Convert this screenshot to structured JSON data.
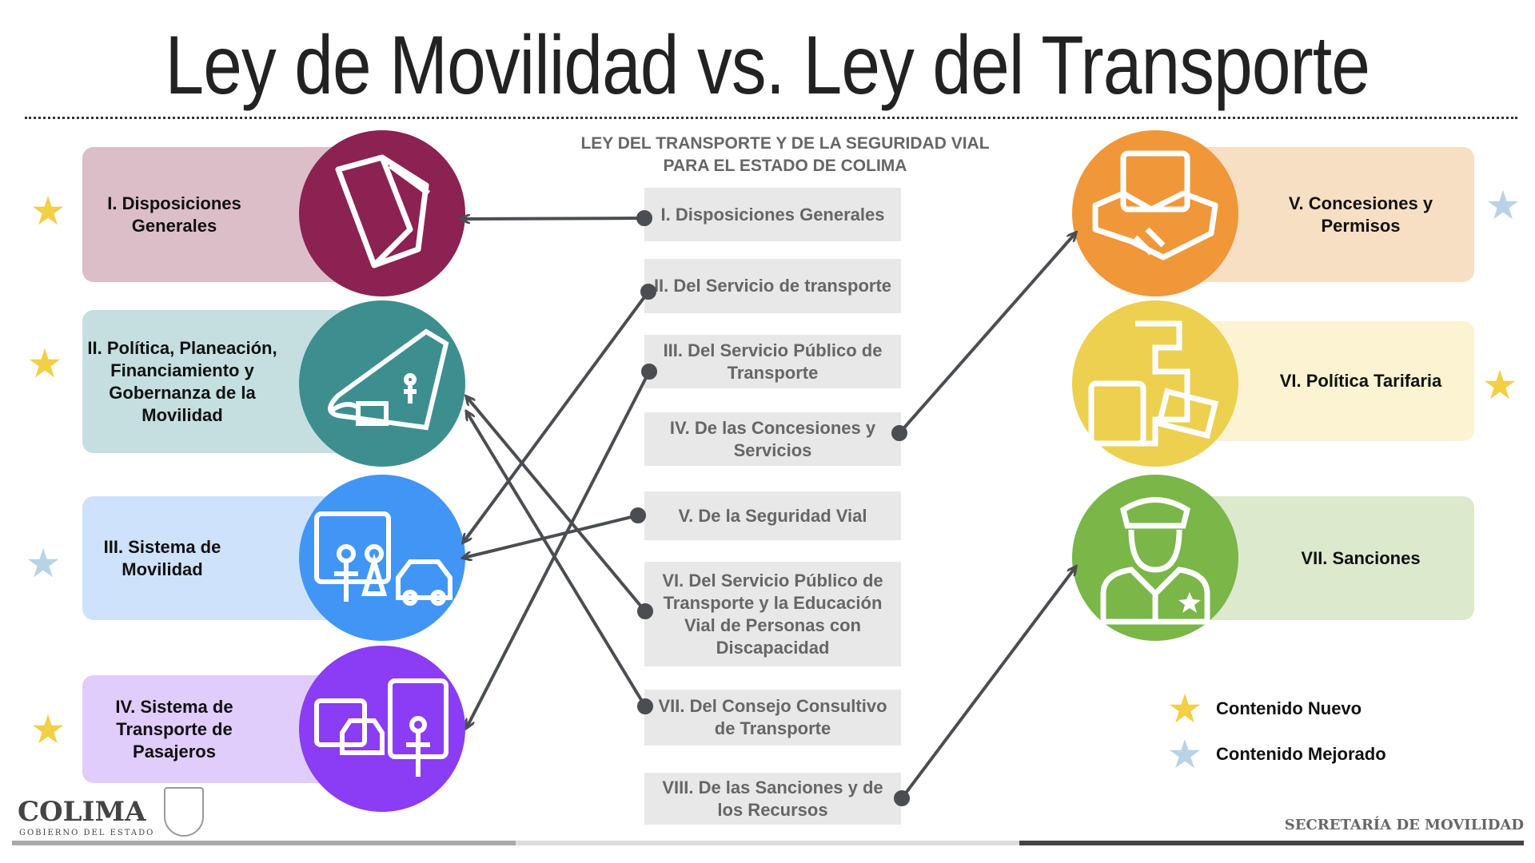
{
  "title": "Ley de Movilidad vs. Ley del Transporte",
  "center_header": "LEY DEL TRANSPORTE Y DE LA SEGURIDAD VIAL PARA EL ESTADO DE COLIMA",
  "left_items": [
    {
      "label": "I. Disposiciones Generales",
      "color": "#dcbec9",
      "circle": "#8b2252",
      "icon": "book-icon",
      "star": "new"
    },
    {
      "label": "II. Política, Planeación, Financiamiento y Gobernanza de la Movilidad",
      "color": "#c5dfe0",
      "circle": "#3d8f8f",
      "icon": "road-map-icon",
      "star": "new"
    },
    {
      "label": "III. Sistema de Movilidad",
      "color": "#cfe2fb",
      "circle": "#4196f5",
      "icon": "people-vehicles-icon",
      "star": "improved"
    },
    {
      "label": "IV. Sistema de Transporte de Pasajeros",
      "color": "#e0cdfb",
      "circle": "#8b3cf5",
      "icon": "public-transport-icon",
      "star": "new"
    }
  ],
  "center_items": [
    "I. Disposiciones Generales",
    "II. Del Servicio de transporte",
    "III. Del Servicio Público de Transporte",
    "IV. De las Concesiones y Servicios",
    "V. De la Seguridad Vial",
    "VI. Del Servicio Público de Transporte y la Educación Vial de Personas con Discapacidad",
    "VII. Del Consejo Consultivo de Transporte",
    "VIII. De las Sanciones y de los Recursos"
  ],
  "right_items": [
    {
      "label": "V. Concesiones y Permisos",
      "color": "#f7dfc4",
      "circle": "#f0973a",
      "icon": "handshake-icon",
      "star": "improved"
    },
    {
      "label": "VI. Política Tarifaria",
      "color": "#fbf3d1",
      "circle": "#edd04f",
      "icon": "fare-payment-icon",
      "star": "new"
    },
    {
      "label": "VII. Sanciones",
      "color": "#dde9cd",
      "circle": "#7ab648",
      "icon": "officer-icon",
      "star": "none"
    }
  ],
  "legend": {
    "new": "Contenido Nuevo",
    "improved": "Contenido Mejorado"
  },
  "colors": {
    "star_new": "#f2cf45",
    "star_improved": "#b9d3e6",
    "arrow": "#4a4d52"
  },
  "footer": {
    "logo": "COLIMA",
    "logo_sub": "GOBIERNO DEL ESTADO",
    "secretaria": "SECRETARÍA DE MOVILIDAD"
  }
}
